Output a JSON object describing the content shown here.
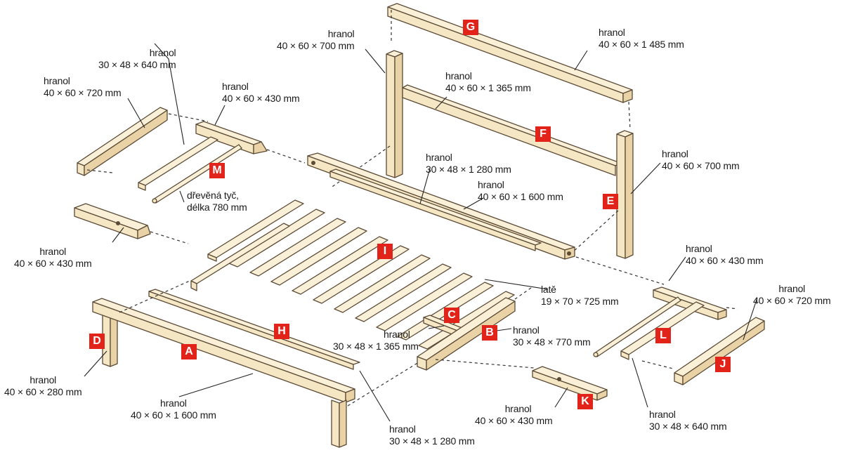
{
  "parts": {
    "A": {
      "tag": "A",
      "name": "hranol",
      "dims": "40 × 60 × 1 600 mm"
    },
    "B": {
      "tag": "B",
      "name": "hranol",
      "dims": "30 × 48 × 770 mm"
    },
    "C": {
      "tag": "C",
      "name": "hranol",
      "dims": "30 × 48 × 1 365 mm"
    },
    "D": {
      "tag": "D",
      "name": "hranol",
      "dims": "40 × 60 × 280 mm"
    },
    "E": {
      "tag": "E",
      "name": "hranol",
      "dims": "40 × 60 × 700 mm"
    },
    "E2": {
      "name": "hranol",
      "dims": "40 × 60 × 700 mm"
    },
    "F": {
      "tag": "F",
      "name": "hranol",
      "dims": "40 × 60 × 1 365 mm"
    },
    "G": {
      "tag": "G",
      "name": "hranol",
      "dims": "40 × 60 × 1 485 mm"
    },
    "H": {
      "tag": "H",
      "name": "hranol",
      "dims": "30 × 48 × 1 280 mm"
    },
    "H2": {
      "name": "hranol",
      "dims": "30 × 48 × 1 280 mm"
    },
    "I": {
      "tag": "I",
      "name": "latě",
      "dims": "19 × 70 × 725 mm"
    },
    "J": {
      "tag": "J",
      "name": "hranol",
      "dims": "40 × 60 × 720 mm"
    },
    "J2": {
      "name": "hranol",
      "dims": "40 × 60 × 720 mm"
    },
    "K": {
      "tag": "K",
      "name": "hranol",
      "dims": "40 × 60 × 430 mm"
    },
    "K2": {
      "name": "hranol",
      "dims": "40 × 60 × 430 mm"
    },
    "K3": {
      "name": "hranol",
      "dims": "40 × 60 × 430 mm"
    },
    "K4": {
      "name": "hranol",
      "dims": "40 × 60 × 430 mm"
    },
    "L": {
      "tag": "L",
      "name": "hranol",
      "dims": "30 × 48 × 640 mm"
    },
    "L2": {
      "name": "hranol",
      "dims": "30 × 48 × 640 mm"
    },
    "M": {
      "tag": "M",
      "name": "dřevěná tyč,",
      "dims": "délka 780 mm"
    },
    "F2": {
      "name": "hranol",
      "dims": "40 × 60 × 1 600 mm"
    }
  },
  "colors": {
    "tag": "#e2231a",
    "wood": "#f5e6c4",
    "outline": "#5b4a35"
  }
}
